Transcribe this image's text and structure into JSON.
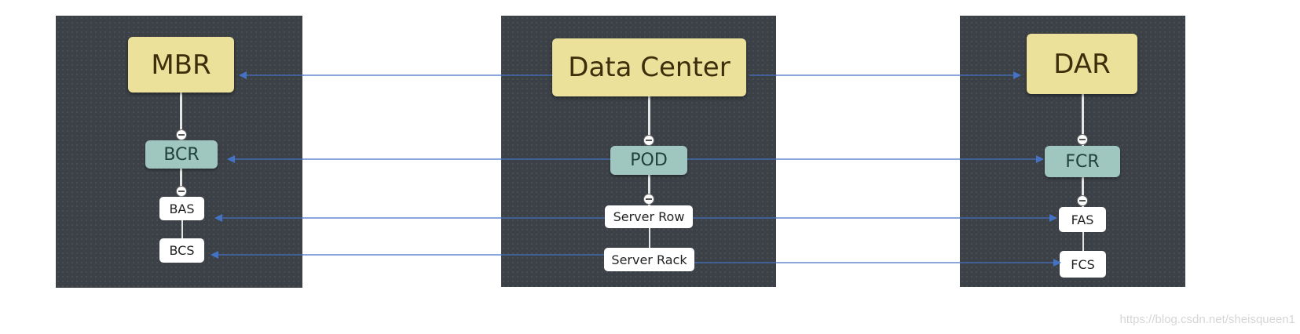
{
  "colors": {
    "panel_bg": "#3b4146",
    "root_fill": "#ebe19a",
    "mid_fill": "#9fc6bf",
    "leaf_fill": "#ffffff",
    "connector": "#4472c4"
  },
  "left_tree": {
    "root": "MBR",
    "level1": "BCR",
    "level2": "BAS",
    "level3": "BCS"
  },
  "center_tree": {
    "root": "Data Center",
    "level1": "POD",
    "level2": "Server Row",
    "level3": "Server Rack"
  },
  "right_tree": {
    "root": "DAR",
    "level1": "FCR",
    "level2": "FAS",
    "level3": "FCS"
  },
  "watermark": "https://blog.csdn.net/sheisqueen1"
}
